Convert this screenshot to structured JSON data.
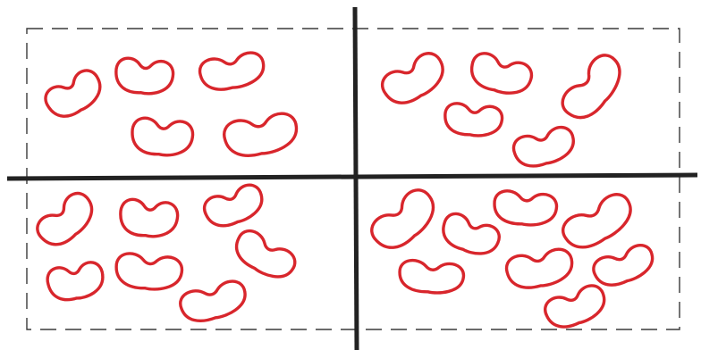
{
  "colors": {
    "bean_outline": "#d8262c",
    "divider": "#222222",
    "dashed_border": "#3a3a3a",
    "background": "#ffffff"
  },
  "quadrants": [
    {
      "id": "top-left",
      "bean_count": 5
    },
    {
      "id": "top-right",
      "bean_count": 5
    },
    {
      "id": "bottom-left",
      "bean_count": 7
    },
    {
      "id": "bottom-right",
      "bean_count": 8
    }
  ],
  "total_beans": 25
}
